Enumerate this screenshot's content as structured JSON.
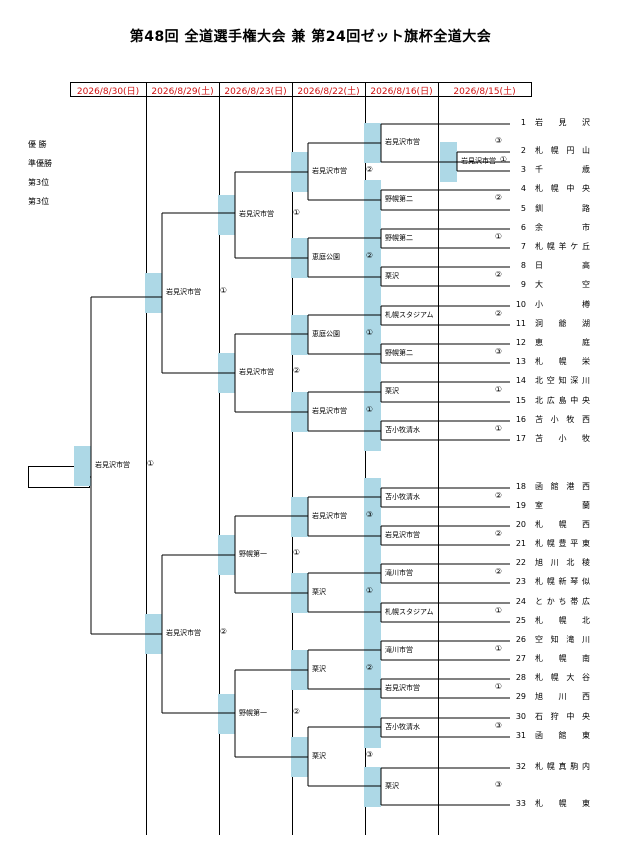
{
  "title": "第48回 全道選手権大会 兼 第24回ゼット旗杯全道大会",
  "dates": [
    "2026/8/30(日)",
    "2026/8/29(土)",
    "2026/8/23(日)",
    "2026/8/22(土)",
    "2026/8/16(日)",
    "2026/8/15(土)"
  ],
  "placings": [
    "優 勝",
    "準優勝",
    "第3位",
    "第3位"
  ],
  "teams": [
    {
      "num": "1",
      "name": "岩見沢"
    },
    {
      "num": "2",
      "name": "札幌円山"
    },
    {
      "num": "3",
      "name": "千歳"
    },
    {
      "num": "4",
      "name": "札幌中央"
    },
    {
      "num": "5",
      "name": "釧路"
    },
    {
      "num": "6",
      "name": "余市"
    },
    {
      "num": "7",
      "name": "札幌羊ケ丘"
    },
    {
      "num": "8",
      "name": "日高"
    },
    {
      "num": "9",
      "name": "大空"
    },
    {
      "num": "10",
      "name": "小樽"
    },
    {
      "num": "11",
      "name": "洞爺湖"
    },
    {
      "num": "12",
      "name": "恵庭"
    },
    {
      "num": "13",
      "name": "札幌栄"
    },
    {
      "num": "14",
      "name": "北空知深川"
    },
    {
      "num": "15",
      "name": "北広島中央"
    },
    {
      "num": "16",
      "name": "苫小牧西"
    },
    {
      "num": "17",
      "name": "苫小牧"
    },
    {
      "num": "18",
      "name": "函館港西"
    },
    {
      "num": "19",
      "name": "室蘭"
    },
    {
      "num": "20",
      "name": "札幌西"
    },
    {
      "num": "21",
      "name": "札幌豊平東"
    },
    {
      "num": "22",
      "name": "旭川北稜"
    },
    {
      "num": "23",
      "name": "札幌新琴似"
    },
    {
      "num": "24",
      "name": "とかち帯広"
    },
    {
      "num": "25",
      "name": "札幌北"
    },
    {
      "num": "26",
      "name": "空知滝川"
    },
    {
      "num": "27",
      "name": "札幌南"
    },
    {
      "num": "28",
      "name": "札幌大谷"
    },
    {
      "num": "29",
      "name": "旭川西"
    },
    {
      "num": "30",
      "name": "石狩中央"
    },
    {
      "num": "31",
      "name": "函館東"
    },
    {
      "num": "32",
      "name": "札幌真駒内"
    },
    {
      "num": "33",
      "name": "札幌東"
    }
  ],
  "results": [
    {
      "round": 0,
      "name": "岩見沢市営",
      "num": "①"
    },
    {
      "round": 4,
      "name": "岩見沢市営",
      "num": "③"
    },
    {
      "round": 4,
      "name": "野幌第二",
      "num": "②"
    },
    {
      "round": 4,
      "name": "野幌第二",
      "num": "①"
    },
    {
      "round": 4,
      "name": "栗沢",
      "num": "②"
    },
    {
      "round": 4,
      "name": "札幌スタジアム",
      "num": "②"
    },
    {
      "round": 4,
      "name": "野幌第二",
      "num": "③"
    },
    {
      "round": 4,
      "name": "栗沢",
      "num": "①"
    },
    {
      "round": 4,
      "name": "苫小牧清水",
      "num": "①"
    },
    {
      "round": 4,
      "name": "苫小牧清水",
      "num": "②"
    },
    {
      "round": 4,
      "name": "岩見沢市営",
      "num": "②"
    },
    {
      "round": 4,
      "name": "滝川市営",
      "num": "②"
    },
    {
      "round": 4,
      "name": "札幌スタジアム",
      "num": "①"
    },
    {
      "round": 4,
      "name": "滝川市営",
      "num": "①"
    },
    {
      "round": 4,
      "name": "岩見沢市営",
      "num": "①"
    },
    {
      "round": 4,
      "name": "苫小牧清水",
      "num": "③"
    },
    {
      "round": 4,
      "name": "栗沢",
      "num": "③"
    },
    {
      "round": 3,
      "name": "岩見沢市営",
      "num": "②"
    },
    {
      "round": 3,
      "name": "恵庭公園",
      "num": "②"
    },
    {
      "round": 3,
      "name": "恵庭公園",
      "num": "①"
    },
    {
      "round": 3,
      "name": "岩見沢市営",
      "num": "①"
    },
    {
      "round": 3,
      "name": "岩見沢市営",
      "num": "③"
    },
    {
      "round": 3,
      "name": "栗沢",
      "num": "①"
    },
    {
      "round": 3,
      "name": "栗沢",
      "num": "②"
    },
    {
      "round": 3,
      "name": "栗沢",
      "num": "③"
    },
    {
      "round": 2,
      "name": "岩見沢市営",
      "num": "①"
    },
    {
      "round": 2,
      "name": "岩見沢市営",
      "num": "②"
    },
    {
      "round": 2,
      "name": "野幌第一",
      "num": "①"
    },
    {
      "round": 2,
      "name": "野幌第一",
      "num": "②"
    },
    {
      "round": 1,
      "name": "岩見沢市営",
      "num": "①"
    },
    {
      "round": 1,
      "name": "岩見沢市営",
      "num": "②"
    },
    {
      "round": 5,
      "name": "岩見沢市営",
      "num": "①"
    }
  ]
}
